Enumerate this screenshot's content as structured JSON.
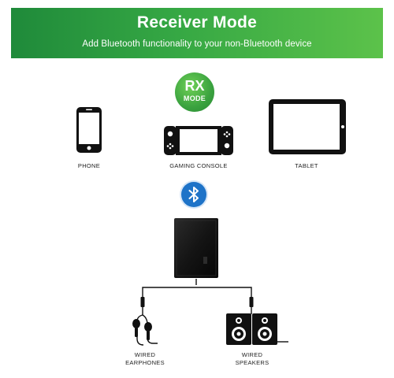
{
  "banner": {
    "title": "Receiver Mode",
    "subtitle": "Add Bluetooth functionality to your non-Bluetooth device"
  },
  "badge": {
    "line1": "RX",
    "line2": "MODE"
  },
  "sources": [
    {
      "label": "PHONE",
      "icon": "phone-icon"
    },
    {
      "label": "GAMING CONSOLE",
      "icon": "gaming-console-icon"
    },
    {
      "label": "TABLET",
      "icon": "tablet-icon"
    }
  ],
  "connection_icon": "bluetooth-icon",
  "receiver_icon": "receiver-device-icon",
  "outputs": [
    {
      "label_line1": "WIRED",
      "label_line2": "EARPHONES",
      "icon": "earphones-icon"
    },
    {
      "label_line1": "WIRED",
      "label_line2": "SPEAKERS",
      "icon": "speakers-icon"
    }
  ],
  "colors": {
    "banner_green_dark": "#1f8a3a",
    "banner_green_light": "#5cc24a",
    "bluetooth_blue": "#1e73c8",
    "device_black": "#111111"
  }
}
